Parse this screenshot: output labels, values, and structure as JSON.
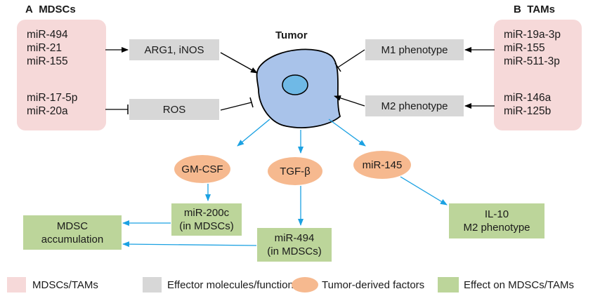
{
  "panel_a": {
    "letter": "A",
    "title": "MDSCs"
  },
  "panel_b": {
    "letter": "B",
    "title": "TAMs"
  },
  "tumor_label": "Tumor",
  "mdsc_mirs_group1": [
    "miR-494",
    "miR-21",
    "miR-155"
  ],
  "mdsc_mirs_group2": [
    "miR-17-5p",
    "miR-20a"
  ],
  "tam_mirs_group1": [
    "miR-19a-3p",
    "miR-155",
    "miR-511-3p"
  ],
  "tam_mirs_group2": [
    "miR-146a",
    "miR-125b"
  ],
  "effectors": {
    "arg_inos": "ARG1, iNOS",
    "ros": "ROS",
    "m1": "M1 phenotype",
    "m2": "M2 phenotype"
  },
  "factors": {
    "gmcsf": "GM-CSF",
    "tgfb": "TGF-β",
    "mir145": "miR-145"
  },
  "effects": {
    "mir200c_line1": "miR-200c",
    "mir200c_line2": "(in MDSCs)",
    "mir494_line1": "miR-494",
    "mir494_line2": "(in MDSCs)",
    "il10_line1": "IL-10",
    "il10_line2": "M2 phenotype",
    "mdsc_acc_line1": "MDSC",
    "mdsc_acc_line2": "accumulation"
  },
  "legend": [
    {
      "label": "MDSCs/TAMs",
      "color": "#f6d9d9"
    },
    {
      "label": "Effector molecules/function",
      "color": "#d7d7d7"
    },
    {
      "label": "Tumor-derived factors",
      "color": "#f6b98f"
    },
    {
      "label": "Effect on MDSCs/TAMs",
      "color": "#bcd59a"
    }
  ],
  "colors": {
    "arrow_black": "#000000",
    "arrow_blue": "#1ba1e2",
    "cell_fill": "#a9c3ea",
    "nucleus_fill": "#6fb9e6"
  }
}
